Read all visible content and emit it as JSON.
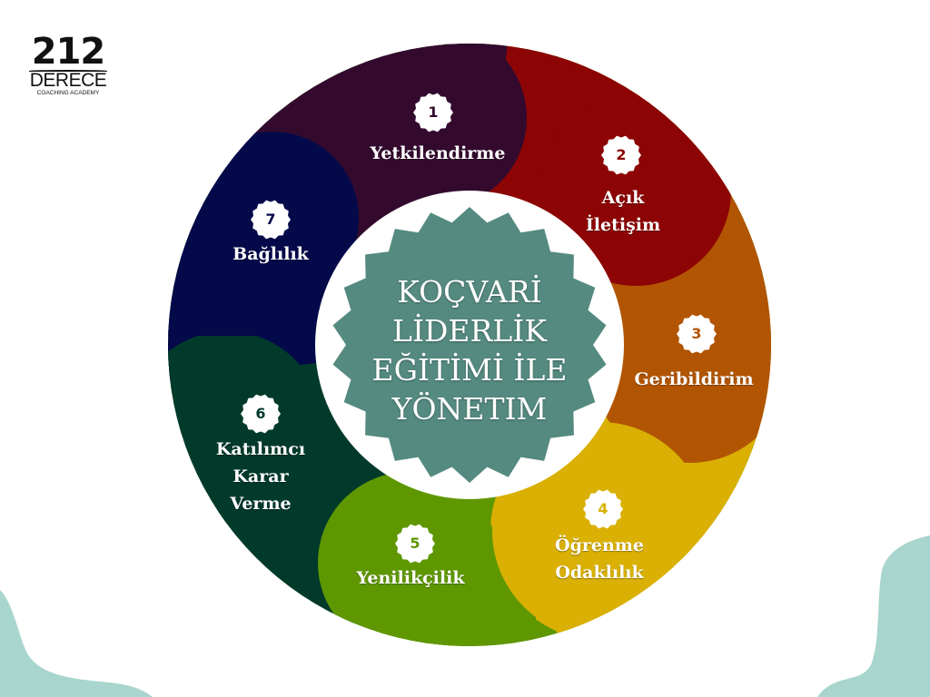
{
  "logo": {
    "number": "212",
    "word": "DERECE",
    "subtitle": "COACHING ACADEMY"
  },
  "center": {
    "title_lines": [
      "KOÇVARİ",
      "LİDERLİK",
      "EĞİTİMİ İLE",
      "YÖNETIM"
    ],
    "badge_color": "#558a80"
  },
  "segments": [
    {
      "number": "1",
      "label_lines": [
        "Yetkilendirme"
      ],
      "color": "#330a2e"
    },
    {
      "number": "2",
      "label_lines": [
        "Açık",
        "İletişim"
      ],
      "color": "#8c0504"
    },
    {
      "number": "3",
      "label_lines": [
        "Geribildirim"
      ],
      "color": "#b25503"
    },
    {
      "number": "4",
      "label_lines": [
        "Öğrenme",
        "Odaklılık"
      ],
      "color": "#d9b003"
    },
    {
      "number": "5",
      "label_lines": [
        "Yenilikçilik"
      ],
      "color": "#5e9700"
    },
    {
      "number": "6",
      "label_lines": [
        "Katılımcı",
        "Karar",
        "Verme"
      ],
      "color": "#013a2b"
    },
    {
      "number": "7",
      "label_lines": [
        "Bağlılık"
      ],
      "color": "#04094a"
    }
  ],
  "decor": {
    "blob_color": "#a8d5cd"
  }
}
